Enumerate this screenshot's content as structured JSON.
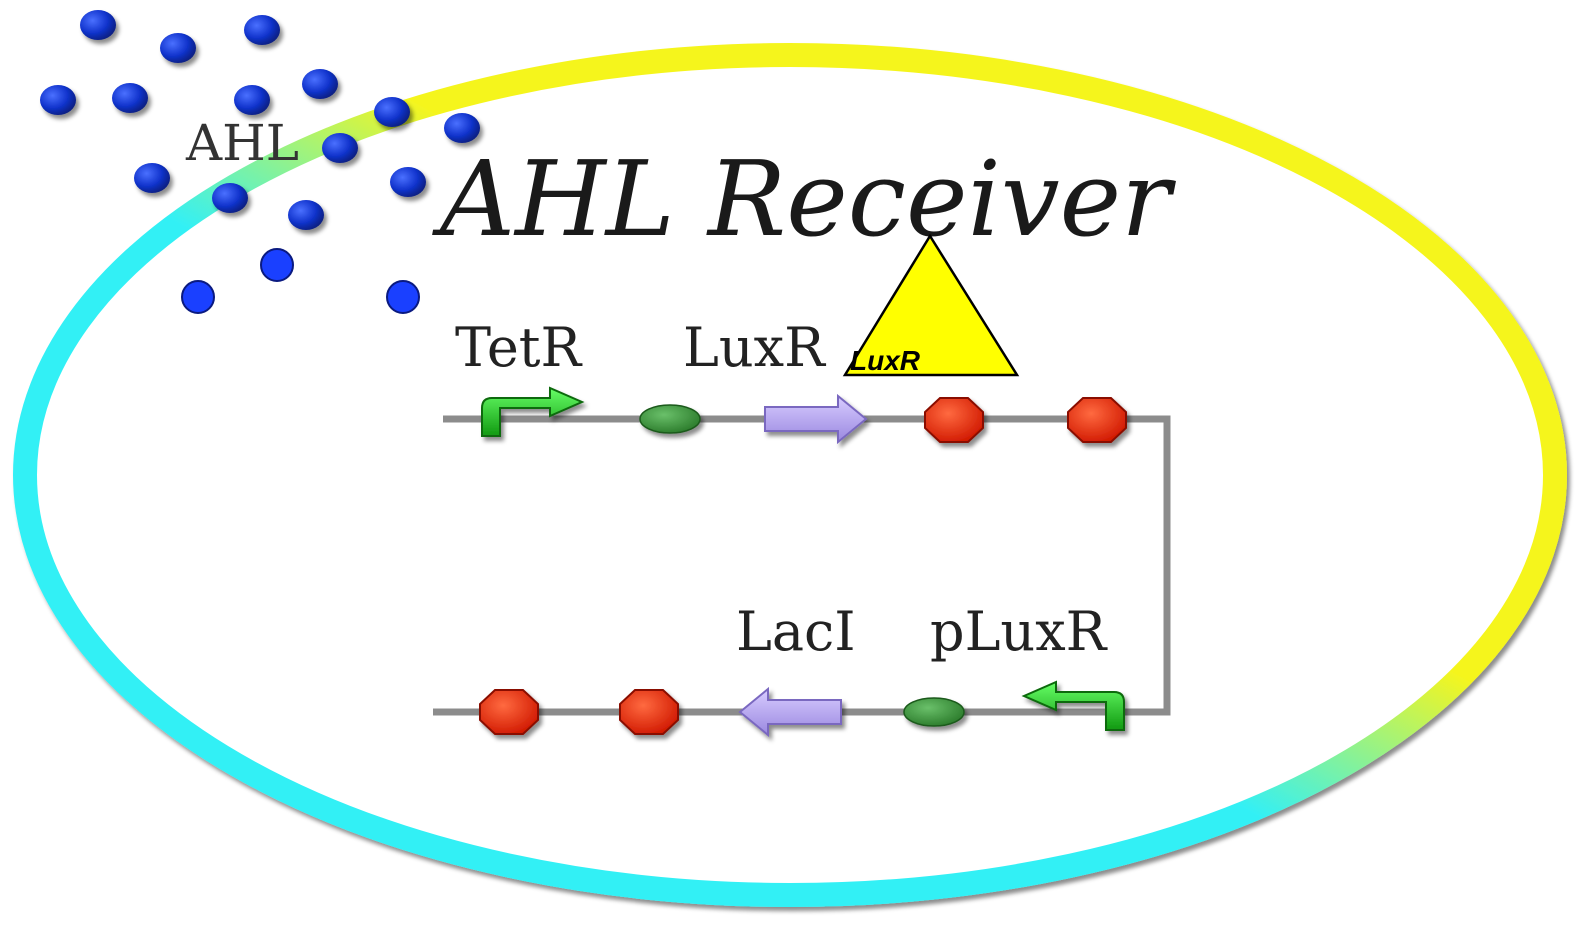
{
  "title": "AHL Receiver",
  "molecule_label": "AHL",
  "protein_label": "LuxR",
  "top_circuit": {
    "promoter_label": "TetR",
    "gene_label": "LuxR"
  },
  "bottom_circuit": {
    "gene_label": "LacI",
    "promoter_label": "pLuxR"
  },
  "colors": {
    "cell_gradient_start": "#33f0f5",
    "cell_gradient_end": "#f5f51e",
    "ahl_dot": "#1133cc",
    "ahl_dot_small": "#1a40ff",
    "promoter_arrow": "#22cc22",
    "rbs": "#3a9a3a",
    "coding_arrow": "#b8a8f0",
    "terminator": "#ee2200",
    "dna_line": "#8c8c8c",
    "luxr_triangle": "#ffff00"
  }
}
